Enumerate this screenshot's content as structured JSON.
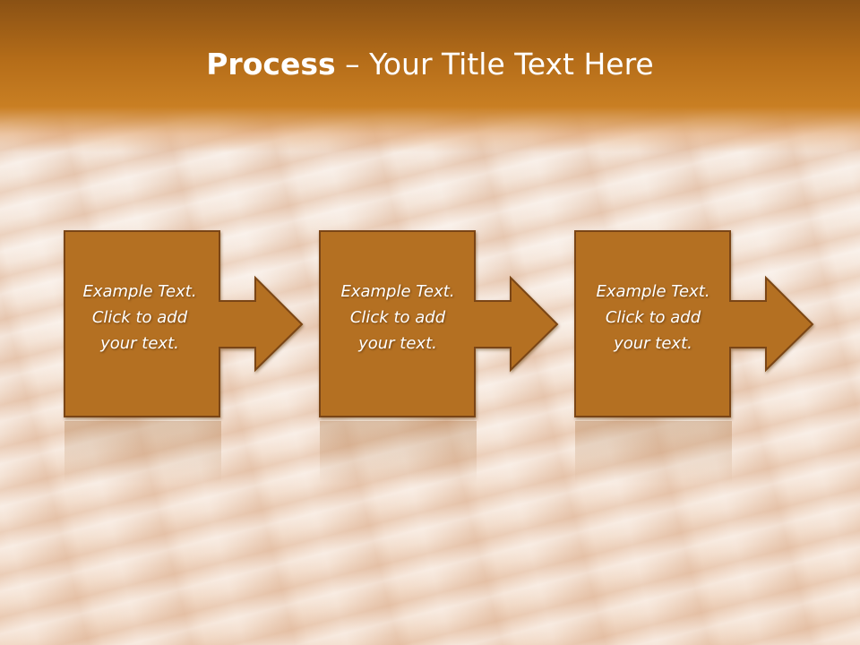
{
  "slide": {
    "title_bold": "Process",
    "title_rest": " – Your Title Text Here"
  },
  "steps": [
    {
      "line1": "Example Text.",
      "line2": "Click  to add",
      "line3": "your text."
    },
    {
      "line1": "Example Text.",
      "line2": "Click  to add",
      "line3": "your text."
    },
    {
      "line1": "Example Text.",
      "line2": "Click  to add",
      "line3": "your text."
    }
  ],
  "colors": {
    "header": "#b56d19",
    "box_fill": "#b46f22",
    "box_border": "#7a4512",
    "text": "#ffffff"
  }
}
